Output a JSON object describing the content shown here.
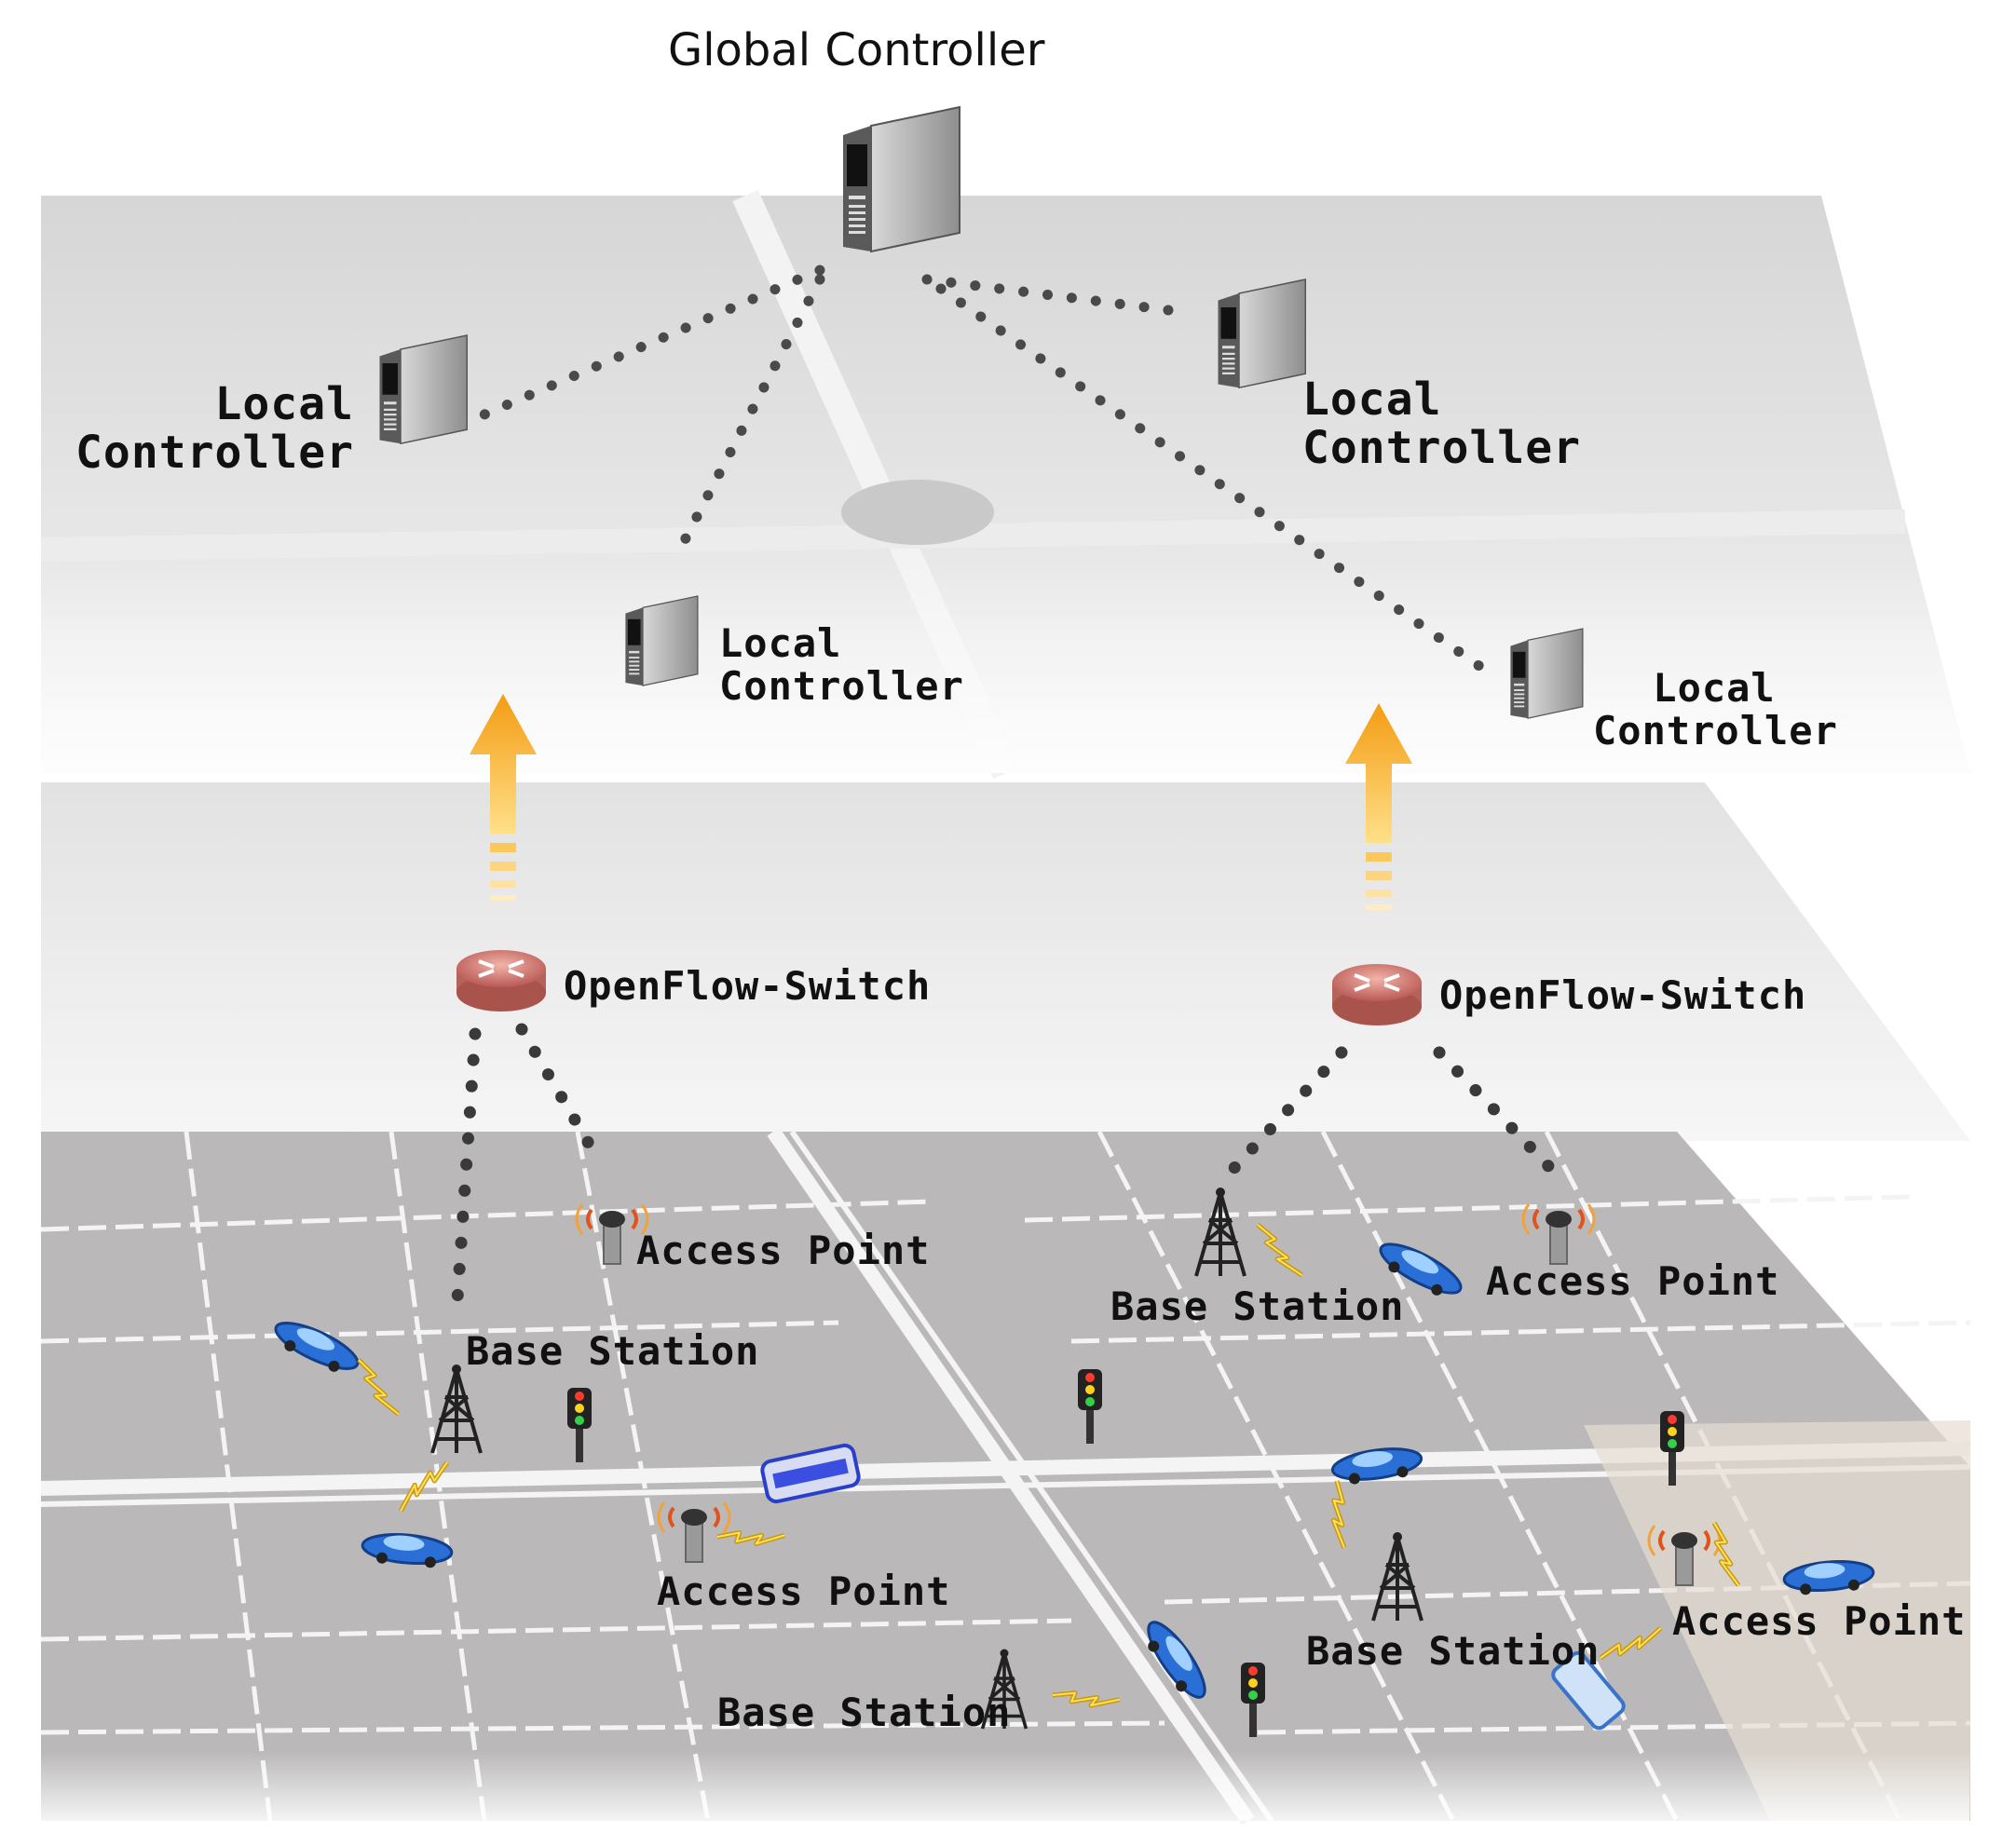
{
  "labels": {
    "global_controller": "Global Controller",
    "local_controller_line1": "Local",
    "local_controller_line2": "Controller",
    "openflow_switch": "OpenFlow-Switch",
    "access_point": "Access Point",
    "base_station": "Base Station"
  },
  "colors": {
    "layer_top": "#d9d9d9",
    "layer_middle": "#e8e8e8",
    "city_map": "#b9b7b8",
    "road": "#f4f4f4",
    "dotted_link": "#4a4a4a",
    "arrow": "#f5b31c",
    "switch": "#d9837c",
    "vehicle": "#2a6fd6",
    "wireless_bolt": "#d4a017"
  },
  "icons": [
    "server-icon",
    "router-icon",
    "cell-tower-icon",
    "access-point-icon",
    "traffic-light-icon",
    "car-icon",
    "bus-icon",
    "lightning-icon",
    "up-arrow-icon"
  ]
}
